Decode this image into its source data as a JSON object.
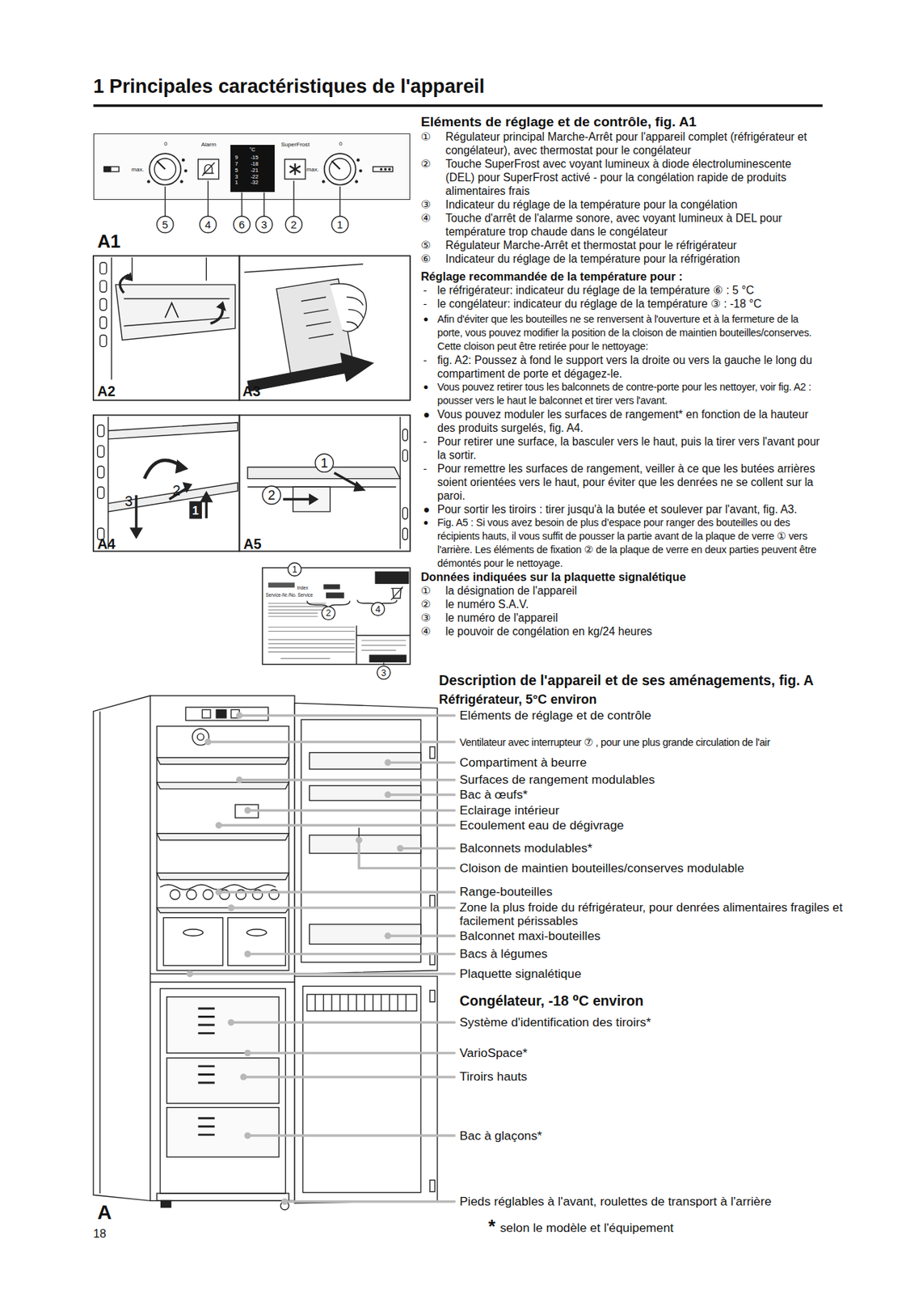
{
  "diagram": {
    "title": "1 Principales caractéristiques de l'appareil",
    "nodes": [
      {
        "text": [
          "0",
          "max.",
          "Alarm",
          "SuperFrost",
          "0",
          "max."
        ]
      },
      {
        "text": [
          "°C",
          "9 7 5 3 1",
          "-15 -18 -21 -22 -32"
        ],
        "in": 0
      }
    ],
    "labels": [
      "A1",
      "5",
      "4",
      "6",
      "3",
      "2",
      "1",
      "A2",
      "A3",
      "A4",
      "A5",
      "3",
      "2",
      "1",
      "1",
      "2",
      "1",
      "Index",
      "Service-Nr./No. Service",
      "2",
      "4",
      "3",
      "Eléments de réglage et de contrôle, fig. A1",
      "①",
      "Régulateur principal Marche-Arrêt pour l'appareil complet (réfrigérateur et congélateur), avec thermostat pour le congélateur",
      "②",
      "Touche SuperFrost avec voyant lumineux à diode électroluminescente (DEL) pour SuperFrost activé - pour la congélation rapide de produits alimentaires frais",
      "③",
      "Indicateur du réglage de la température pour la congélation",
      "④",
      "Touche d'arrêt de l'alarme sonore, avec voyant lumineux à DEL pour température trop chaude dans le congélateur",
      "⑤",
      "Régulateur Marche-Arrêt et thermostat pour le réfrigérateur",
      "⑥",
      "Indicateur du réglage de la température pour la réfrigération",
      "Réglage recommandée de la température pour :",
      "-",
      "le réfrigérateur: indicateur du réglage de la température ⑥ : 5 °C",
      "-",
      "le congélateur: indicateur du réglage de la température ③ : -18 °C",
      "●",
      "Afin d'éviter que les bouteilles ne se renversent à l'ouverture et à la fermeture de la porte, vous pouvez modifier la position de la cloison de maintien bouteilles/conserves. Cette cloison peut être retirée pour le nettoyage:",
      "-",
      "fig. A2: Poussez à fond le support vers la droite ou vers la gauche le long du compartiment de porte et dégagez-le.",
      "●",
      "Vous pouvez retirer tous les balconnets de contre-porte pour les nettoyer, voir fig. A2 : pousser vers le haut le balconnet et tirer vers l'avant.",
      "●",
      "Vous pouvez moduler les surfaces de rangement* en fonction de la hauteur des produits surgelés, fig. A4.",
      "-",
      "Pour retirer une surface, la basculer vers le haut, puis la tirer vers l'avant pour la sortir.",
      "-",
      "Pour remettre les surfaces de rangement, veiller à ce que les butées arrières soient orientées vers le haut, pour éviter que les denrées ne se collent sur la paroi.",
      "●",
      "Pour sortir les tiroirs : tirer jusqu'à la butée et soulever par l'avant, fig. A3.",
      "●",
      "Fig. A5 : Si vous avez besoin de plus d’espace pour ranger des bouteilles ou des récipients hauts, il vous suffit de pousser la partie avant de la plaque de verre ① vers l'arrière. Les éléments de fixation ② de la plaque de verre en deux parties peuvent être démontés pour le nettoyage.",
      "Données indiquées sur la plaquette signalétique",
      "①",
      "la désignation de l'appareil",
      "②",
      "le numéro S.A.V.",
      "③",
      "le numéro de l'appareil",
      "④",
      "le pouvoir de congélation en kg/24 heures",
      "Description de l'appareil et de ses aménagements, fig. A",
      "Réfrigérateur, 5°C environ",
      "Eléments de réglage et de contrôle",
      "Ventilateur avec interrupteur ⑦ , pour une plus grande circulation de l'air",
      "Compartiment à beurre",
      "Surfaces de rangement modulables",
      "Bac à œufs*",
      "Eclairage intérieur",
      "Ecoulement eau de dégivrage",
      "Balconnets modulables*",
      "Cloison de maintien bouteilles/conserves modulable",
      "Range-bouteilles",
      "Zone la plus froide du réfrigérateur, pour denrées alimentaires fragiles et facilement périssables",
      "Balconnet maxi-bouteilles",
      "Bacs à légumes",
      "Plaquette signalétique",
      "Congélateur, -18 ⁰C environ",
      "Système d'identification des tiroirs*",
      "VarioSpace*",
      "Tiroirs hauts",
      "Bac à glaçons*",
      "Pieds réglables à l'avant, roulettes de transport à l'arrière",
      "A",
      "18",
      "*",
      "selon le modèle et l'équipement"
    ]
  }
}
